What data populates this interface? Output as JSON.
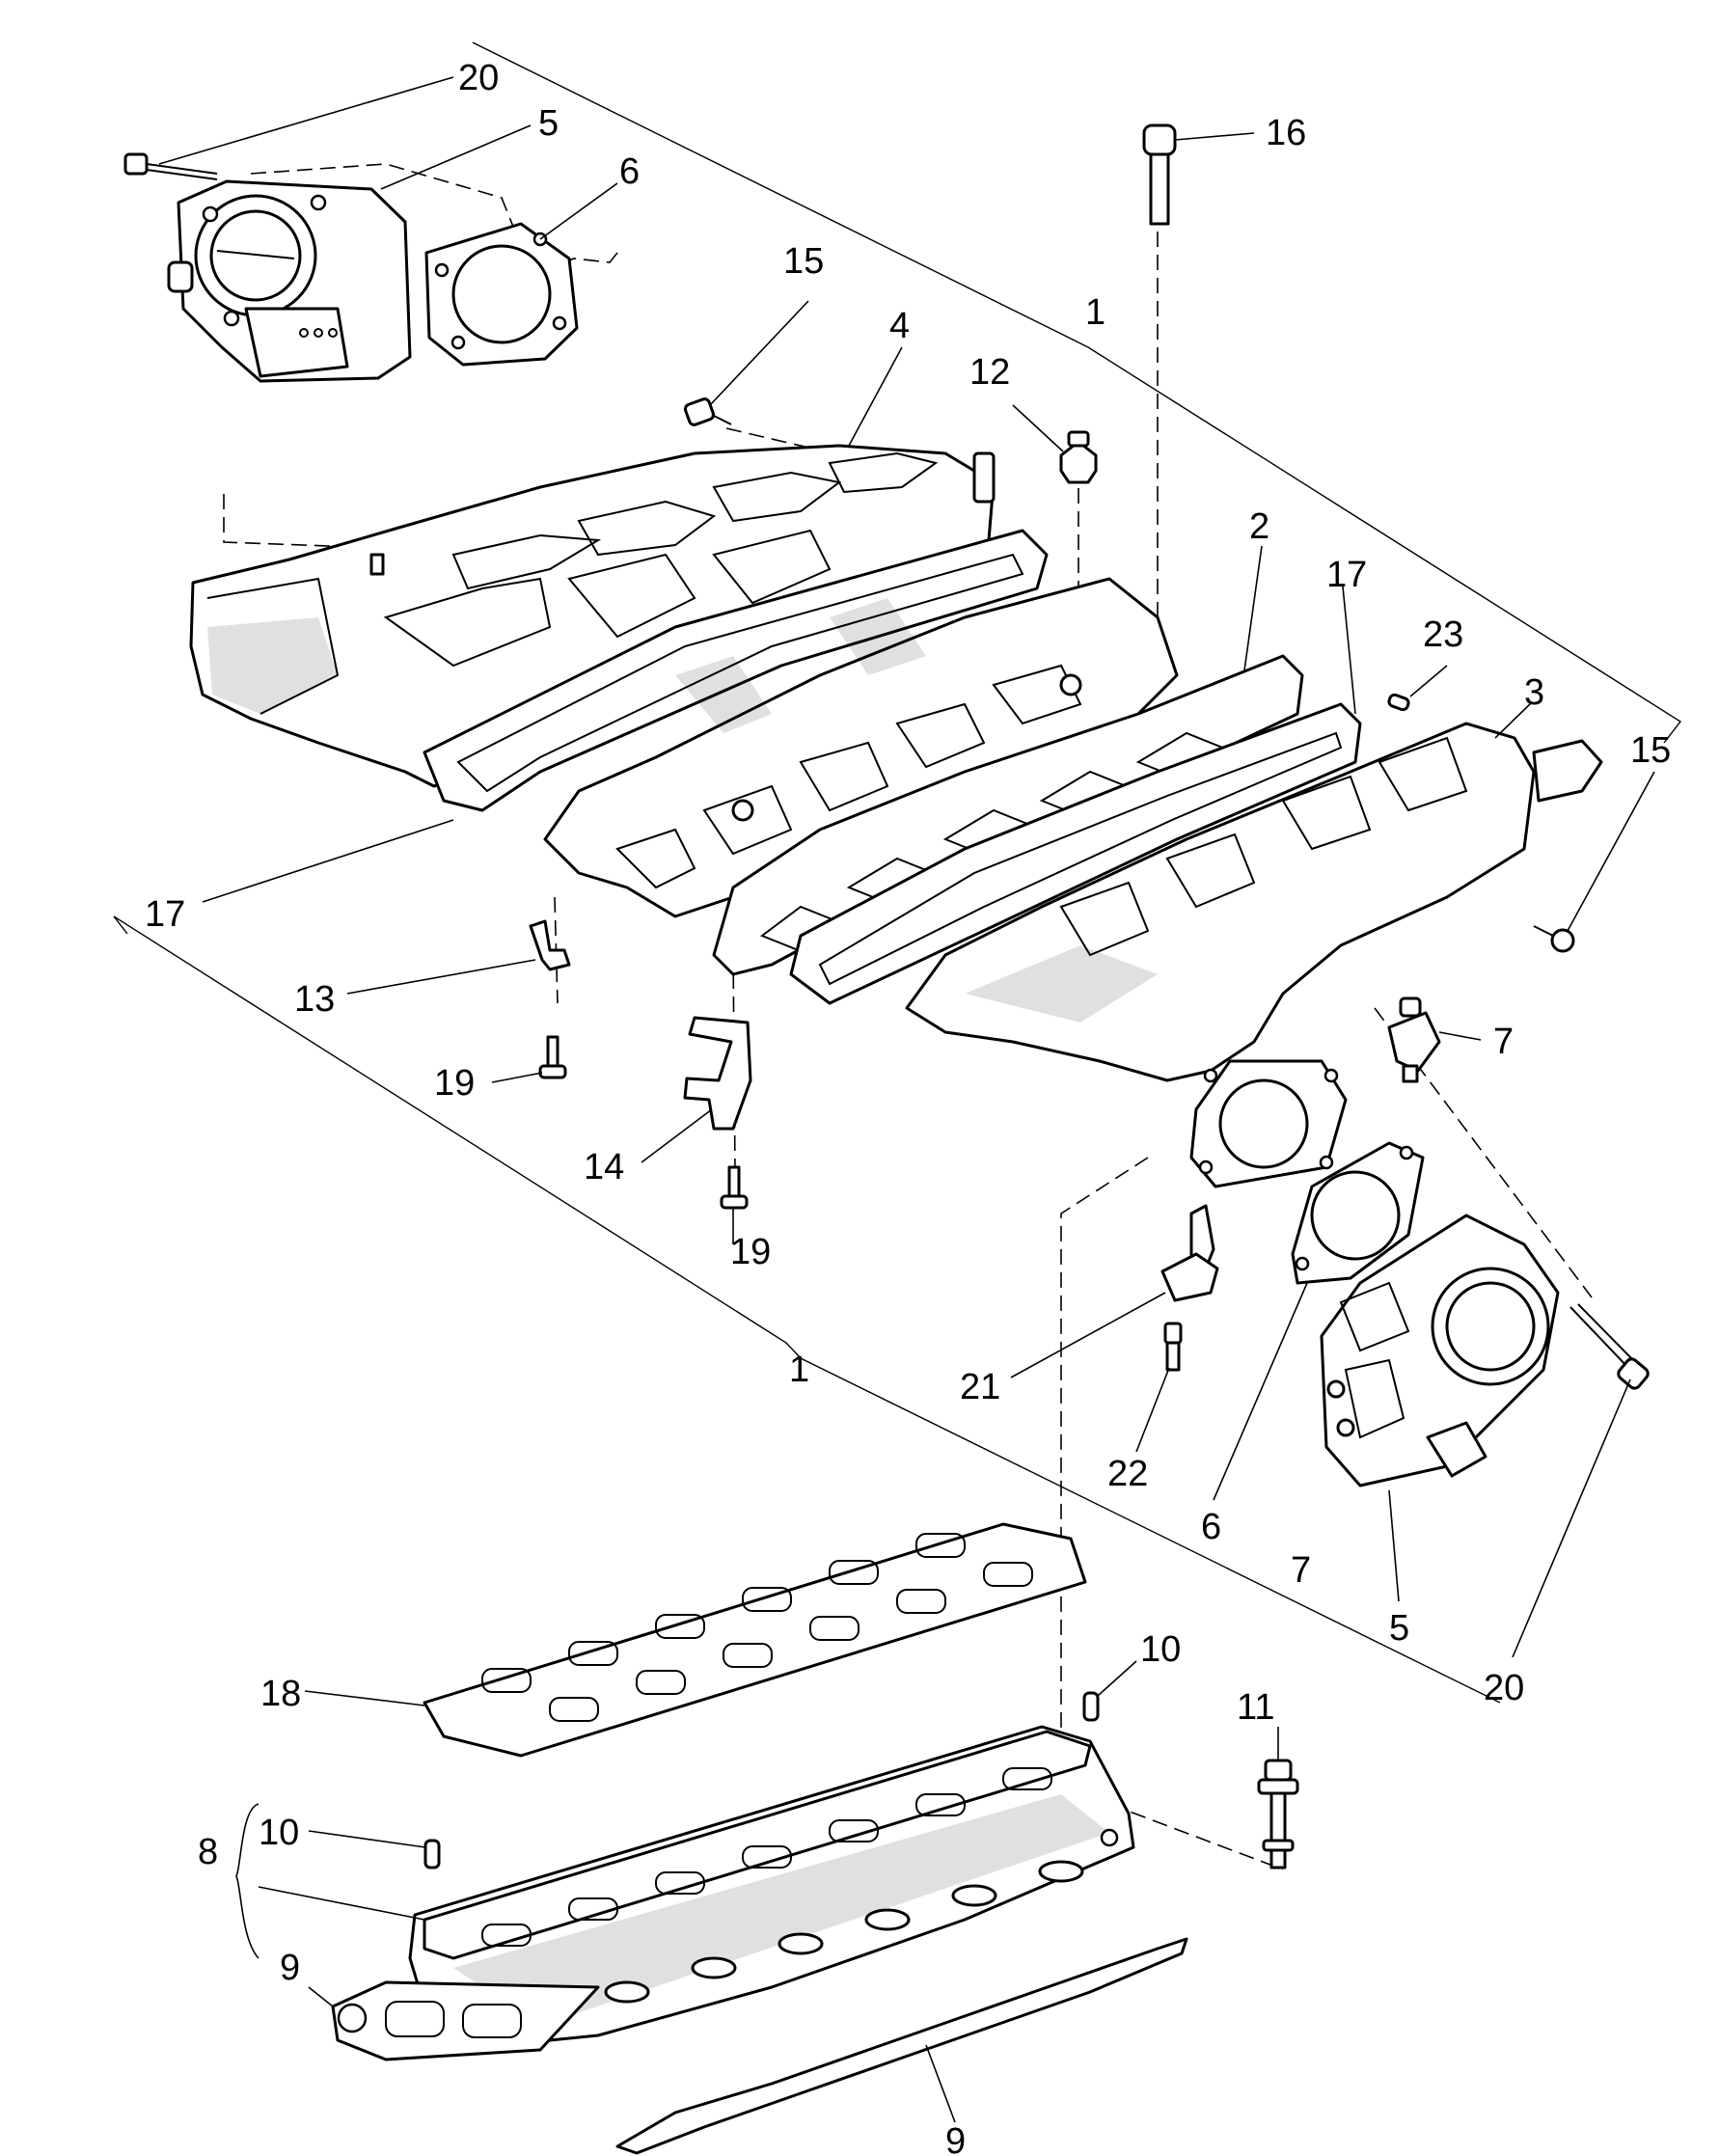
{
  "diagram": {
    "kind": "exploded parts view",
    "callouts": [
      "20",
      "5",
      "6",
      "15",
      "4",
      "16",
      "12",
      "1",
      "2",
      "17",
      "23",
      "3",
      "15",
      "17",
      "13",
      "7",
      "19",
      "14",
      "19",
      "21",
      "1",
      "22",
      "6",
      "7",
      "5",
      "20",
      "18",
      "10",
      "11",
      "8",
      "10",
      "9",
      "9"
    ]
  }
}
